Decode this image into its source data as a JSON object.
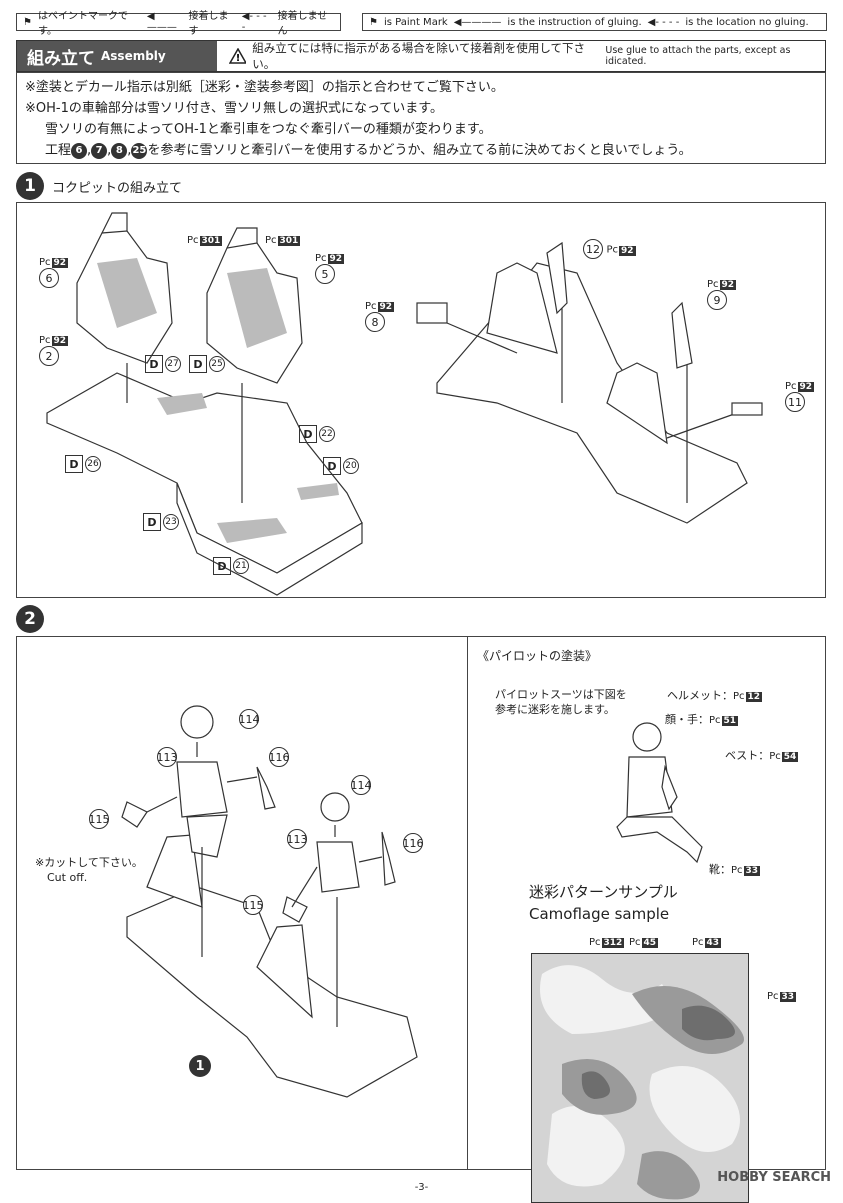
{
  "legend_jp": {
    "paint": "はペイントマークです。",
    "glue": "接着します",
    "noglue": "接着しません"
  },
  "legend_en": {
    "paint": "is Paint Mark",
    "glue": "is the instruction of gluing.",
    "noglue": "is the location no gluing."
  },
  "header": {
    "title_jp": "組み立て",
    "title_en": "Assembly",
    "warning_jp": "組み立てには特に指示がある場合を除いて接着剤を使用して下さい。",
    "warning_en": "Use glue to attach the parts, except as idicated."
  },
  "notes": {
    "line1": "※塗装とデカール指示は別紙［迷彩・塗装参考図］の指示と合わせてご覧下さい。",
    "line2": "※OH-1の車輪部分は雪ソリ付き、雪ソリ無しの選択式になっています。",
    "line3": "雪ソリの有無によってOH-1と牽引車をつなぐ牽引バーの種類が変わります。",
    "line4_pre": "工程",
    "line4_steps": [
      "6",
      "7",
      "8",
      "25"
    ],
    "line4_post": "を参考に雪ソリと牽引バーを使用するかどうか、組み立てる前に決めておくと良いでしょう。"
  },
  "step1": {
    "number": "1",
    "title": "コクピットの組み立て",
    "pc_prefix": "Pc",
    "labels": [
      {
        "part": "6",
        "code": "92"
      },
      {
        "part": "2",
        "code": "92"
      },
      {
        "part": "5",
        "code": "92"
      },
      {
        "part": "8",
        "code": "92"
      },
      {
        "part": "12",
        "code": "92"
      },
      {
        "part": "9",
        "code": "92"
      },
      {
        "part": "11",
        "code": "92"
      }
    ],
    "seat_codes": [
      "301",
      "301"
    ],
    "decals": [
      {
        "letter": "D",
        "num": "27"
      },
      {
        "letter": "D",
        "num": "25"
      },
      {
        "letter": "D",
        "num": "26"
      },
      {
        "letter": "D",
        "num": "22"
      },
      {
        "letter": "D",
        "num": "20"
      },
      {
        "letter": "D",
        "num": "23"
      },
      {
        "letter": "D",
        "num": "21"
      }
    ]
  },
  "step2": {
    "number": "2",
    "parts": [
      "114",
      "113",
      "116",
      "115",
      "114",
      "113",
      "116",
      "115"
    ],
    "cut_jp": "※カットして下さい。",
    "cut_en": "Cut off.",
    "ref": "1"
  },
  "pilot": {
    "title": "《パイロットの塗装》",
    "suit_note1": "パイロットスーツは下図を",
    "suit_note2": "参考に迷彩を施します。",
    "helmet": "ヘルメット：",
    "helmet_code": "12",
    "face": "顔・手：",
    "face_code": "51",
    "vest": "ベスト：",
    "vest_code": "54",
    "boots": "靴：",
    "boots_code": "33",
    "camo_title_jp": "迷彩パターンサンプル",
    "camo_title_en": "Camoflage sample",
    "camo_codes": [
      "312",
      "45",
      "43",
      "33"
    ]
  },
  "page_number": "-3-",
  "watermark": "HOBBY SEARCH"
}
